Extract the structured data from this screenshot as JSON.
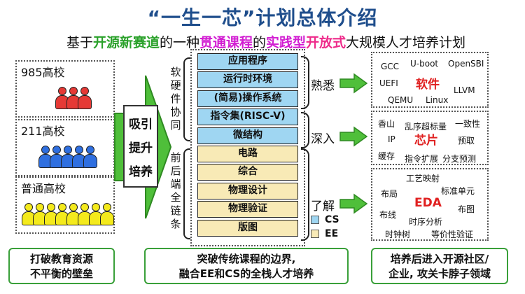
{
  "title": "“一生一芯”计划总体介绍",
  "subtitle": {
    "p1": "基于",
    "p2": "开源新赛道",
    "p3": "的一种",
    "p4": "贯通课程",
    "p5": "的",
    "p6": "实践型",
    "p7": "开放式",
    "p8": "大规模人才培养计划"
  },
  "schools": [
    {
      "label": "985高校",
      "color": "#e53935",
      "count": 3
    },
    {
      "label": "211高校",
      "color": "#2f6fe0",
      "count": 5
    },
    {
      "label": "普通高校",
      "color": "#f4ea1c",
      "count": 8
    }
  ],
  "absorb": [
    "吸引",
    "提升",
    "培养"
  ],
  "left_labels": {
    "software": [
      "软",
      "硬",
      "件",
      "协",
      "同"
    ],
    "frontend": [
      "前",
      "后",
      "端",
      "全",
      "链",
      "条"
    ]
  },
  "layers": [
    {
      "label": "应用程序",
      "type": "cs"
    },
    {
      "label": "运行时环境",
      "type": "cs"
    },
    {
      "label": "(简易)操作系统",
      "type": "cs"
    },
    {
      "label": "指令集(RISC-V)",
      "type": "cs"
    },
    {
      "label": "微结构",
      "type": "cs"
    },
    {
      "label": "电路",
      "type": "ee"
    },
    {
      "label": "综合",
      "type": "ee"
    },
    {
      "label": "物理设计",
      "type": "ee"
    },
    {
      "label": "物理验证",
      "type": "ee"
    },
    {
      "label": "版图",
      "type": "ee"
    }
  ],
  "levels": {
    "familiar": "熟悉",
    "deep": "深入",
    "understand": "了解"
  },
  "legend": {
    "cs": "CS",
    "ee": "EE",
    "cs_color": "#9fd6f2",
    "ee_color": "#f8eab6"
  },
  "software_box": {
    "title": "软件",
    "items": [
      "GCC",
      "U-boot",
      "OpenSBI",
      "UEFI",
      "LLVM",
      "QEMU",
      "Linux"
    ]
  },
  "chip_box": {
    "title": "芯片",
    "items": [
      "香山",
      "乱序超标量",
      "一致性",
      "IP",
      "预取",
      "缓存",
      "指令扩展",
      "分支预测"
    ]
  },
  "eda_box": {
    "title": "EDA",
    "items": [
      "工艺映射",
      "布局",
      "标准单元",
      "布图",
      "布线",
      "时序分析",
      "时钟树",
      "等价性验证"
    ]
  },
  "bottom": [
    {
      "line1": "打破教育资源",
      "line2": "不平衡的壁垒"
    },
    {
      "line1": "突破传统课程的边界,",
      "line2": "融合EE和CS的全栈人才培养"
    },
    {
      "line1": "培养后进入开源社区/",
      "line2": "企业, 攻关卡脖子领域"
    }
  ],
  "colors": {
    "title": "#1f4e8c",
    "green": "#3aa03a",
    "highlight_green": "#2aa12a",
    "magenta": "#d21ed2",
    "pink": "#ee2a8a",
    "red": "#e02020"
  }
}
